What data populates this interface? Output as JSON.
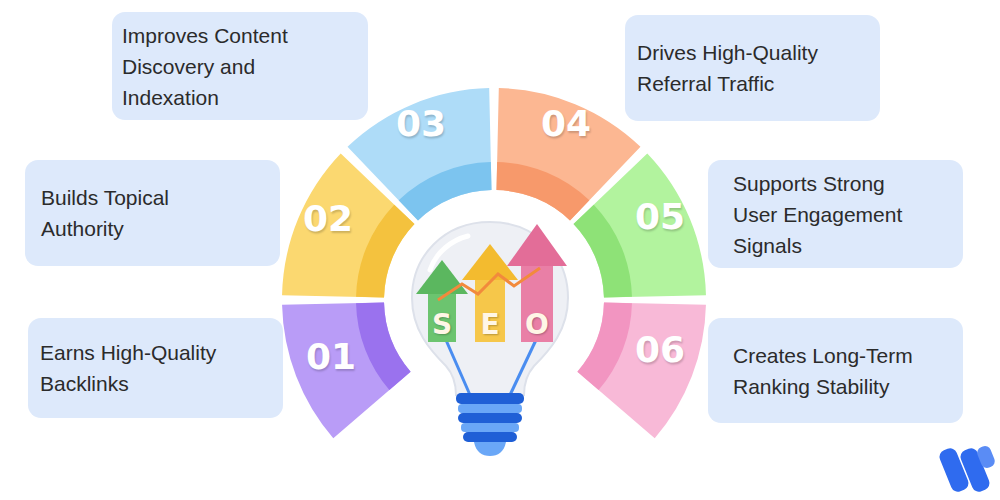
{
  "diagram": {
    "nodes": [
      {
        "text": [
          "Earns High-Quality Backlinks"
        ]
      },
      {
        "text": [
          "01"
        ]
      },
      {
        "text": [
          "Builds Topical Authority"
        ]
      },
      {
        "text": [
          "02"
        ]
      },
      {
        "text": [
          "Improves Content Discovery and Indexation"
        ]
      },
      {
        "text": [
          "03"
        ]
      },
      {
        "text": [
          "Drives High-Quality Referral Traffic"
        ]
      },
      {
        "text": [
          "04"
        ]
      },
      {
        "text": [
          "Supports Strong User Engagement Signals"
        ]
      },
      {
        "text": [
          "05"
        ]
      },
      {
        "text": [
          "Creates Long-Term Ranking Stability"
        ]
      },
      {
        "text": [
          "06"
        ]
      }
    ],
    "labels": [
      "S",
      "E",
      "O"
    ]
  }
}
